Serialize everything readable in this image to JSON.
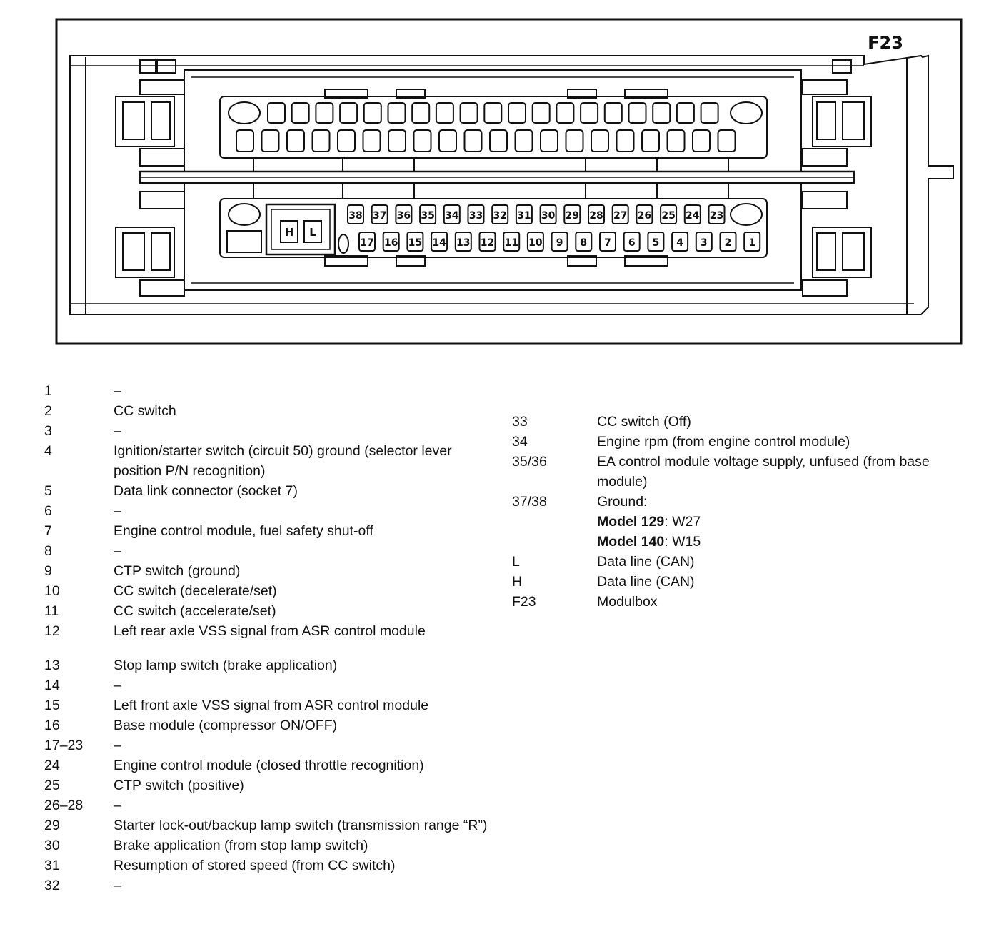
{
  "diagram": {
    "label": "F23",
    "upper_row_count": 19,
    "lower_row_count": 20,
    "pins_top": [
      "38",
      "37",
      "36",
      "35",
      "34",
      "33",
      "32",
      "31",
      "30",
      "29",
      "28",
      "27",
      "26",
      "25",
      "24",
      "23"
    ],
    "pins_bottom": [
      "17",
      "16",
      "15",
      "14",
      "13",
      "12",
      "11",
      "10",
      "9",
      "8",
      "7",
      "6",
      "5",
      "4",
      "3",
      "2",
      "1"
    ],
    "can_pins": [
      "H",
      "L"
    ]
  },
  "legend_left": [
    {
      "key": "1",
      "value": "–"
    },
    {
      "key": "2",
      "value": "CC switch"
    },
    {
      "key": "3",
      "value": "–"
    },
    {
      "key": "4",
      "value": "Ignition/starter switch (circuit 50) ground (selector lever position P/N recognition)"
    },
    {
      "key": "5",
      "value": "Data link connector (socket 7)"
    },
    {
      "key": "6",
      "value": "–"
    },
    {
      "key": "7",
      "value": "Engine control module, fuel safety shut-off"
    },
    {
      "key": "8",
      "value": "–"
    },
    {
      "key": "9",
      "value": "CTP switch (ground)"
    },
    {
      "key": "10",
      "value": "CC switch (decelerate/set)"
    },
    {
      "key": "11",
      "value": "CC switch (accelerate/set)"
    },
    {
      "key": "12",
      "value": "Left rear axle VSS signal from ASR control module"
    },
    {
      "key": "13",
      "value": "Stop lamp switch (brake application)"
    },
    {
      "key": "14",
      "value": "–"
    },
    {
      "key": "15",
      "value": "Left front axle VSS signal from ASR control module"
    },
    {
      "key": "16",
      "value": "Base module (compressor ON/OFF)"
    },
    {
      "key": "17–23",
      "value": "–"
    },
    {
      "key": "24",
      "value": "Engine control module (closed throttle recognition)"
    },
    {
      "key": "25",
      "value": "CTP switch (positive)"
    },
    {
      "key": "26–28",
      "value": "–"
    },
    {
      "key": "29",
      "value": "Starter lock-out/backup lamp switch (transmission range “R”)"
    },
    {
      "key": "30",
      "value": "Brake application (from stop lamp switch)"
    },
    {
      "key": "31",
      "value": "Resumption of stored speed (from CC switch)"
    },
    {
      "key": "32",
      "value": "–"
    }
  ],
  "legend_right": [
    {
      "key": "33",
      "value": "CC switch (Off)"
    },
    {
      "key": "34",
      "value": "Engine rpm (from engine control module)"
    },
    {
      "key": "35/36",
      "value": "EA control module voltage supply, unfused (from base module)"
    },
    {
      "key": "37/38",
      "value": "Ground:",
      "sub": [
        {
          "bold": "Model 129",
          "rest": ": W27"
        },
        {
          "bold": "Model 140",
          "rest": ": W15"
        }
      ]
    },
    {
      "key": "L",
      "value": "Data line (CAN)"
    },
    {
      "key": "H",
      "value": "Data line (CAN)"
    },
    {
      "key": "F23",
      "value": "Modulbox"
    }
  ]
}
